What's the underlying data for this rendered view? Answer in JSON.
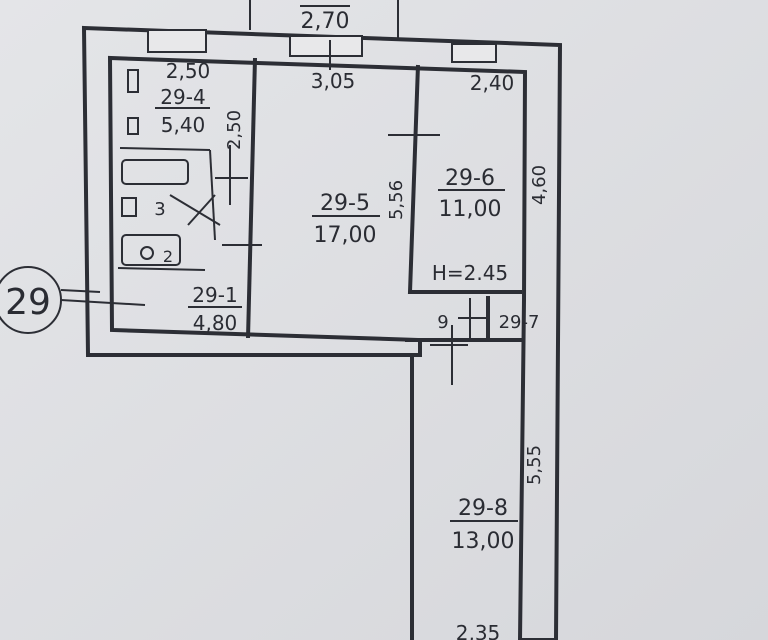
{
  "plan": {
    "axis_marker": "29",
    "top_dims": {
      "outer": "2,70",
      "left": "2,50",
      "mid": "3,05",
      "right": "2,40"
    },
    "room_29_4": {
      "id": "29-4",
      "area": "5,40",
      "dim_side": "2,50"
    },
    "room_29_5": {
      "id": "29-5",
      "area": "17,00",
      "dim_side": "5,56"
    },
    "room_29_6": {
      "id": "29-6",
      "area": "11,00",
      "dim_side": "4,60",
      "height": "H=2.45"
    },
    "room_29_1": {
      "id": "29-1",
      "area": "4,80"
    },
    "room_29_7": {
      "id": "29-7",
      "num": "9"
    },
    "room_29_8": {
      "id": "29-8",
      "area": "13,00",
      "dim_side": "5,55",
      "dim_bottom": "2,35"
    },
    "fixtures": {
      "bath_num": "3",
      "wc_num": "2"
    }
  }
}
